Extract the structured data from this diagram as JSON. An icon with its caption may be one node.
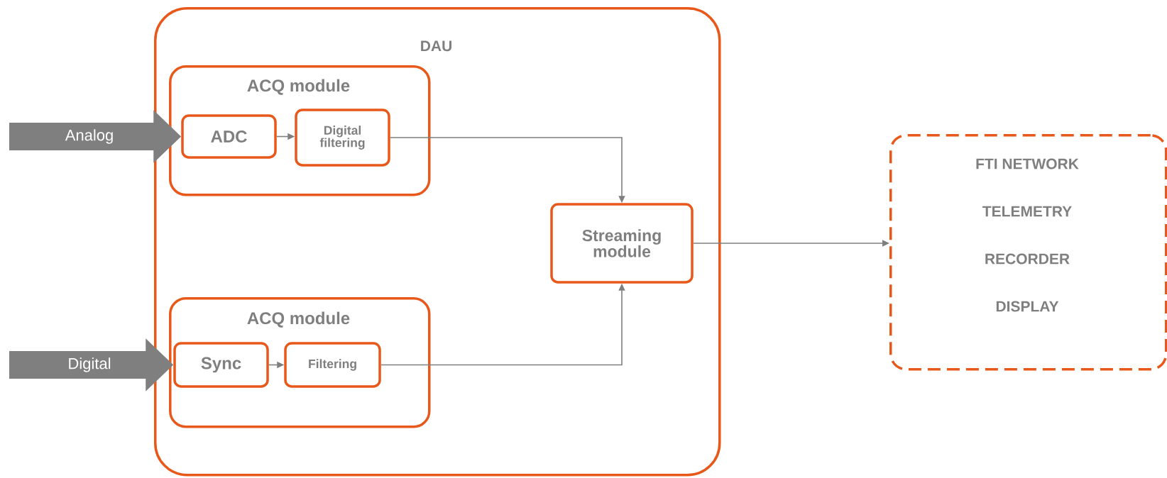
{
  "diagram": {
    "nodes": [
      {
        "text": [
          "DAU"
        ]
      },
      {
        "text": [
          "ACQ module"
        ],
        "in": 0
      },
      {
        "text": [
          "ADC"
        ],
        "in": 1
      },
      {
        "text": [
          "Digital filtering"
        ],
        "in": 1
      },
      {
        "text": [
          "ACQ module"
        ],
        "in": 0
      },
      {
        "text": [
          "Sync"
        ],
        "in": 4
      },
      {
        "text": [
          "Filtering"
        ],
        "in": 4
      },
      {
        "text": [
          "Streaming module"
        ],
        "in": 0
      },
      {
        "text": [
          "FTI NETWORK",
          "TELEMETRY",
          "RECORDER",
          "DISPLAY"
        ]
      }
    ],
    "edges": [
      {
        "from": null,
        "to": 2,
        "arrow": "to",
        "label": "Analog",
        "style": "thick"
      },
      {
        "from": null,
        "to": 5,
        "arrow": "to",
        "label": "Digital",
        "style": "thick"
      },
      {
        "from": 2,
        "to": 3,
        "arrow": "to"
      },
      {
        "from": 3,
        "to": 7,
        "arrow": "to"
      },
      {
        "from": 5,
        "to": 6,
        "arrow": "to"
      },
      {
        "from": 6,
        "to": 7,
        "arrow": "to"
      },
      {
        "from": 7,
        "to": 8,
        "arrow": "to"
      }
    ]
  }
}
